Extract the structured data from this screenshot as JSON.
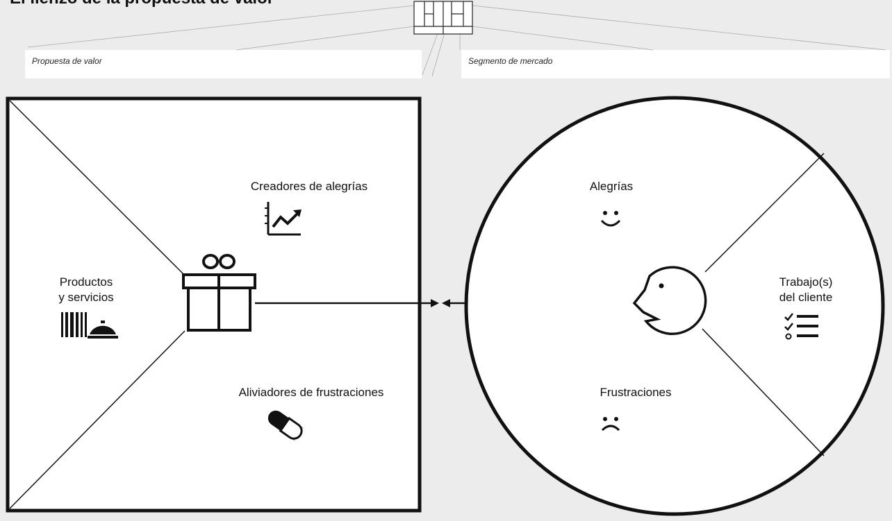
{
  "page": {
    "title": "El lienzo de la propuesta de valor"
  },
  "fields": {
    "value_proposition": "Propuesta de valor",
    "customer_segment": "Segmento de mercado"
  },
  "value_map": {
    "products_services": [
      "Productos",
      "y servicios"
    ],
    "gain_creators": "Creadores de alegrías",
    "pain_relievers": "Aliviadores de frustraciones"
  },
  "customer_profile": {
    "gains": "Alegrías",
    "jobs": [
      "Trabajo(s)",
      "del cliente"
    ],
    "pains": "Frustraciones"
  },
  "icons": {
    "products": "barcode-service-bell-icon",
    "gain_creators": "growth-chart-icon",
    "pain_relievers": "pill-capsule-icon",
    "center": "gift-box-icon",
    "gains": "smiley-face-icon",
    "pains": "sad-face-icon",
    "jobs": "checklist-icon",
    "customer": "customer-face-icon"
  },
  "colors": {
    "background": "#ececec",
    "canvas": "#ffffff",
    "ink": "#111111"
  }
}
